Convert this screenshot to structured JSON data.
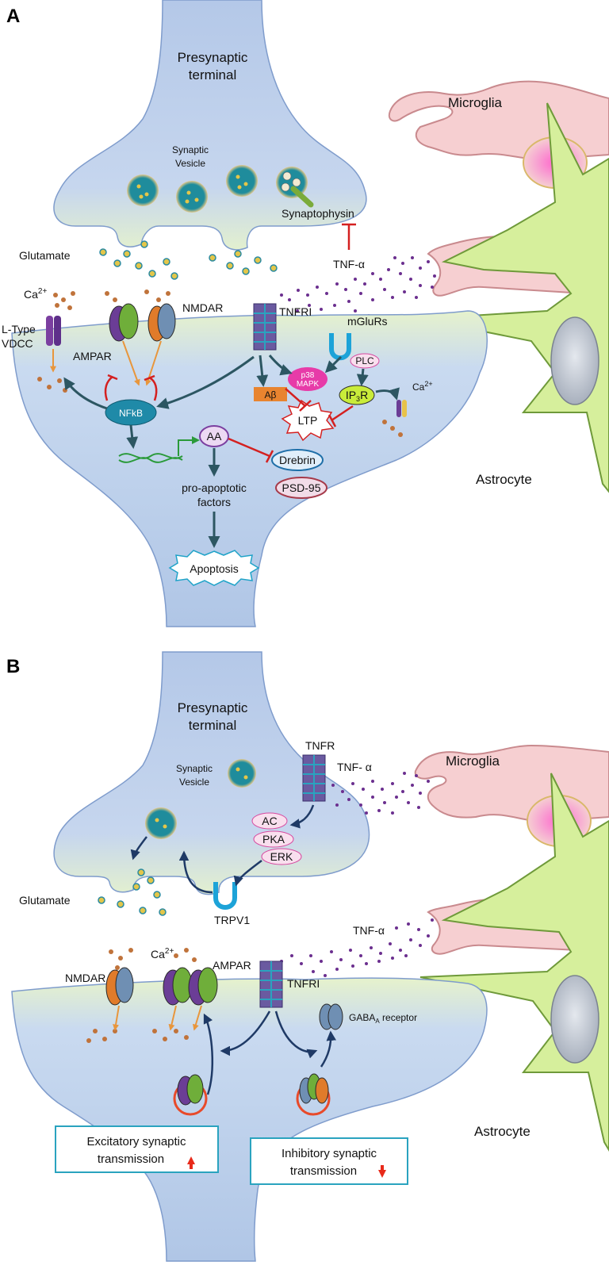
{
  "colors": {
    "membrane": "#b8cbe8",
    "membrane_stroke": "#7f9ccc",
    "cleft_gradient": "#dff0c8",
    "microglia": "#f6cfd1",
    "microglia_stroke": "#c98a8e",
    "astrocyte": "#d6ef9c",
    "astrocyte_stroke": "#6f9a3a",
    "vesicle_fill": "#1d8a99",
    "vesicle_ring": "#e7c98a",
    "glutamate": "#e3c64a",
    "calcium": "#c0733b",
    "tnf_dot": "#6b2f8f",
    "arrow": "#2c5662",
    "inhibit": "#d42020",
    "green_arrow": "#2a9a3a"
  },
  "panelA": {
    "letter": "A",
    "presynaptic_line1": "Presynaptic",
    "presynaptic_line2": "terminal",
    "vesicle_line1": "Synaptic",
    "vesicle_line2": "Vesicle",
    "synaptophysin": "Synaptophysin",
    "glutamate": "Glutamate",
    "tnf": "TNF-α",
    "microglia": "Microglia",
    "astrocyte": "Astrocyte",
    "ca": "Ca",
    "ca_sup": "2+",
    "ltype_line1": "L-Type",
    "ltype_line2": "VDCC",
    "ampar": "AMPAR",
    "nmdar": "NMDAR",
    "tnfri": "TNFRI",
    "mglurs": "mGluRs",
    "plc": "PLC",
    "p38_line1": "p38",
    "p38_line2": "MAPK",
    "abeta": "Aβ",
    "ip3r_main": "IP",
    "ip3r_sub": "3",
    "ip3r_end": "R",
    "ca2": "Ca",
    "ca2_sup": "2+",
    "ltp": "LTP",
    "nfkb": "NFkB",
    "aa": "AA",
    "drebrin": "Drebrin",
    "psd95": "PSD-95",
    "proapoptotic_line1": "pro-apoptotic",
    "proapoptotic_line2": "factors",
    "apoptosis": "Apoptosis"
  },
  "panelB": {
    "letter": "B",
    "presynaptic_line1": "Presynaptic",
    "presynaptic_line2": "terminal",
    "vesicle_line1": "Synaptic",
    "vesicle_line2": "Vesicle",
    "tnfr": "TNFR",
    "tnf_top": "TNF- α",
    "microglia": "Microglia",
    "ac": "AC",
    "pka": "PKA",
    "erk": "ERK",
    "glutamate": "Glutamate",
    "trpv1": "TRPV1",
    "tnf_bottom": "TNF-α",
    "ca": "Ca",
    "ca_sup": "2+",
    "nmdar": "NMDAR",
    "ampar": "AMPAR",
    "tnfri": "TNFRI",
    "gaba_main": "GABA",
    "gaba_sub": "A",
    "gaba_end": " receptor",
    "astrocyte": "Astrocyte",
    "excitatory_line1": "Excitatory synaptic",
    "excitatory_line2": "transmission",
    "inhibitory_line1": "Inhibitory synaptic",
    "inhibitory_line2": "transmission"
  }
}
